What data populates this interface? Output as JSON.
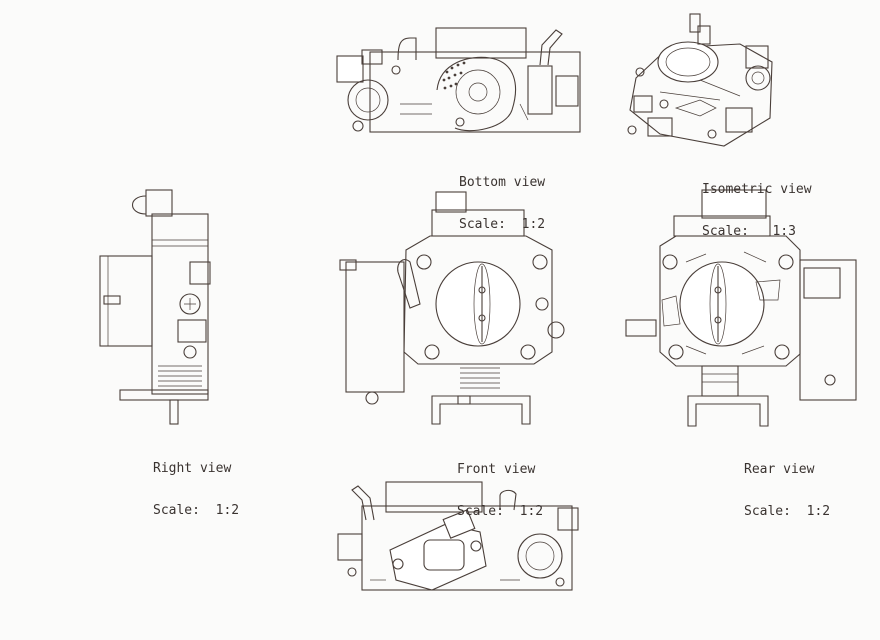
{
  "views": {
    "bottom": {
      "name": "Bottom view",
      "scale": "Scale:  1:2"
    },
    "isometric": {
      "name": "Isometric view",
      "scale": "Scale:   1:3"
    },
    "right": {
      "name": "Right view",
      "scale": "Scale:  1:2"
    },
    "front": {
      "name": "Front view",
      "scale": "Scale:  1:2"
    },
    "rear": {
      "name": "Rear view",
      "scale": "Scale:  1:2"
    }
  },
  "colors": {
    "ink": "#4a3f3a",
    "paper": "#fbfbfa"
  }
}
